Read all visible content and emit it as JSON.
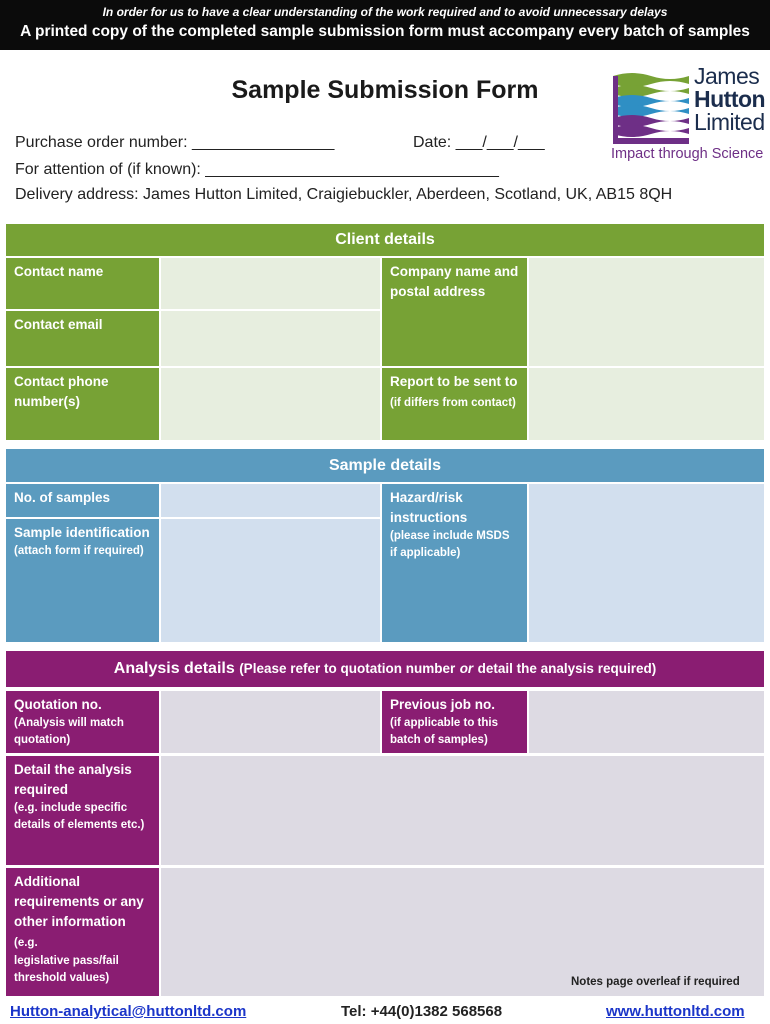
{
  "banner": {
    "line1": "In order for us to have a clear understanding of the work required and to avoid unnecessary delays",
    "line2": "A printed copy of the completed sample submission form must accompany every batch of samples"
  },
  "form": {
    "title": "Sample Submission Form",
    "purchase_order": "Purchase order number: ________________",
    "date": "Date:  ___/___/___",
    "attention": "For attention of (if known):  _________________________________",
    "delivery": "Delivery address:  James Hutton Limited, Craigiebuckler, Aberdeen, Scotland, UK, AB15 8QH"
  },
  "logo": {
    "name_line1": "James",
    "name_line2": "Hutton",
    "name_line3": "Limited",
    "tagline": "Impact through Science",
    "icon": "hutton-wave-logo",
    "colors": {
      "green": "#77a235",
      "blue": "#2f8fc4",
      "purple": "#6e2f86",
      "navy": "#1b2d4d"
    }
  },
  "client": {
    "heading": "Client details",
    "contact_name": "Contact name",
    "contact_email": "Contact email",
    "contact_phone": "Contact phone number(s)",
    "company": "Company name and postal address",
    "report_to": "Report to be sent to",
    "report_to_note": "(if differs from contact)"
  },
  "sample": {
    "heading": "Sample details",
    "count": "No. of samples",
    "identification": "Sample identification",
    "identification_note": "(attach form if required)",
    "hazard": "Hazard/risk instructions",
    "hazard_note": "(please include MSDS if applicable)"
  },
  "analysis": {
    "heading": "Analysis details",
    "heading_note_1": "(Please refer to quotation number",
    "heading_note_or": "or",
    "heading_note_2": "detail the analysis required)",
    "quotation": "Quotation no.",
    "quotation_note": "(Analysis will match quotation)",
    "previous_job": "Previous job no.",
    "previous_job_note": "(if applicable to this batch of samples)",
    "detail": "Detail the analysis required",
    "detail_note": "(e.g. include specific details of elements etc.)",
    "additional": "Additional requirements or any other information",
    "additional_note_inline": "(e.g.",
    "additional_note": "legislative pass/fail threshold values)",
    "overleaf": "Notes page overleaf if required"
  },
  "footer": {
    "email": "Hutton-analytical@huttonltd.com",
    "tel": "Tel: +44(0)1382 568568",
    "web": "www.huttonltd.com"
  },
  "colors": {
    "client": "#77a235",
    "sample": "#5b9bbf",
    "analysis": "#8a1d72",
    "banner": "#0b0b0b"
  }
}
